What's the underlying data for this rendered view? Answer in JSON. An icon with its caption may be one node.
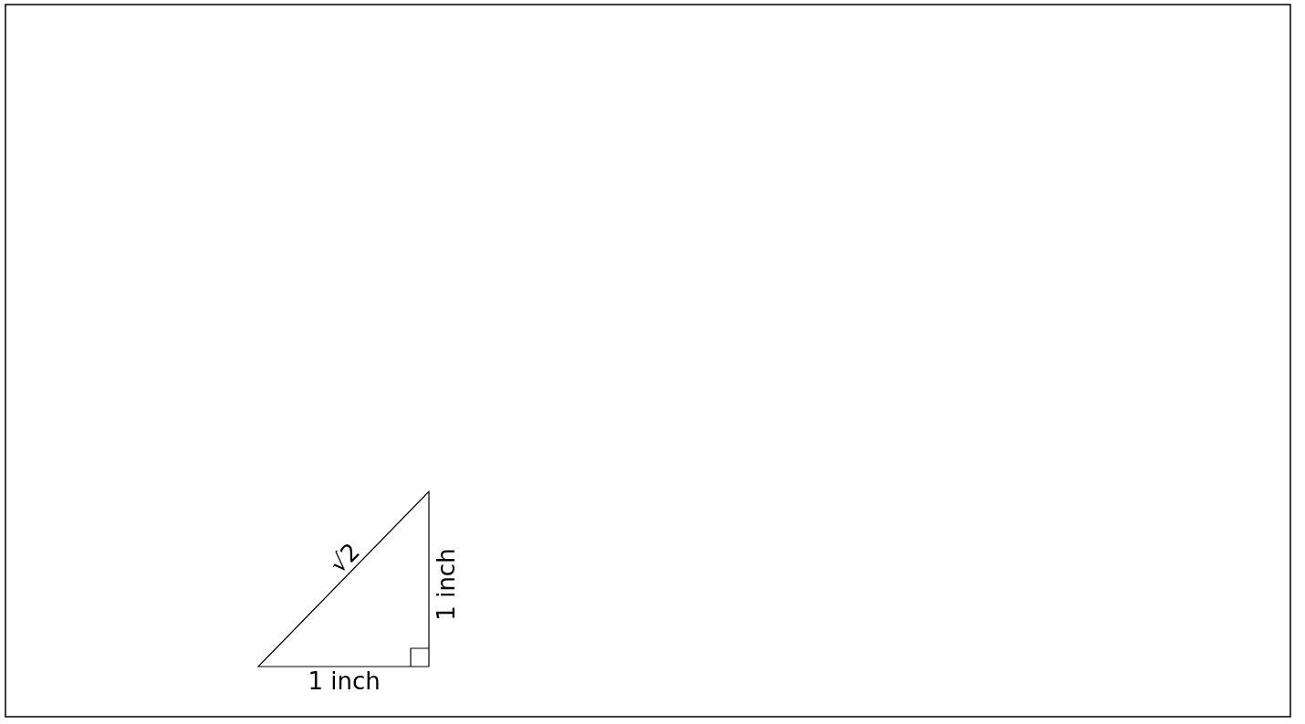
{
  "diagram": {
    "labels": [
      "√2",
      "1 inch",
      "1 inch"
    ]
  }
}
